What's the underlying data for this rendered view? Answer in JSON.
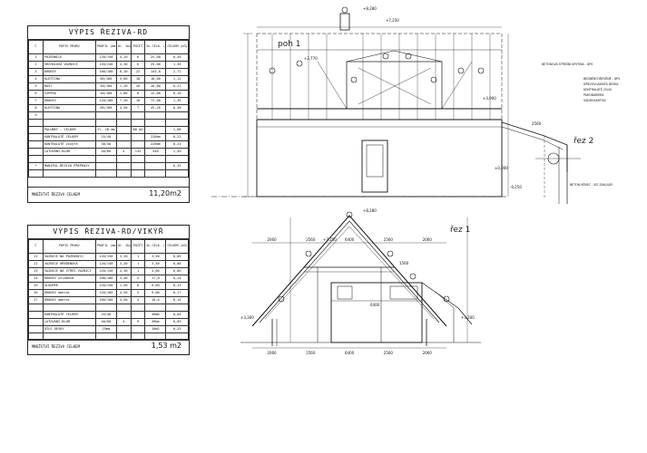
{
  "table1": {
    "title": "VÝPIS  ŘEZIVA-RD",
    "headers": [
      "Č",
      "POPIS PRVKU",
      "PROFIL (mm)",
      "dl. 1ks (m)",
      "POČET",
      "DL.CELK. (m)",
      "CELKEM (m3)"
    ],
    "rows": [
      [
        "1",
        "POZEDNICE",
        "120/150",
        "4,20",
        "6",
        "25,00",
        "0,46"
      ],
      [
        "2",
        "VRCHOLOVÁ VAZNICE",
        "120/240",
        "4,30",
        "6",
        "25,00",
        "1,36"
      ],
      [
        "3",
        "KROKEV",
        "100/180",
        "6,20",
        "22",
        "143,0",
        "2,72"
      ],
      [
        "4",
        "KLEŠTINA",
        "80/160",
        "5,60",
        "18",
        "18,00",
        "1,12"
      ],
      [
        "5",
        "ROŠT",
        "50/160",
        "1,20",
        "26",
        "26,00",
        "0,21"
      ],
      [
        "6",
        "VZPĚRA",
        "50/160",
        "1,60",
        "8",
        "12,80",
        "0,10"
      ],
      [
        "7",
        "KROKEV",
        "120/160",
        "7,20",
        "10",
        "72,00",
        "1,36"
      ],
      [
        "8",
        "KLEŠTINA",
        "80/160",
        "4,50",
        "7",
        "45,20",
        "0,58"
      ],
      [
        "9",
        "",
        "",
        "",
        "",
        "",
        ""
      ],
      [
        "",
        "",
        "",
        "",
        "",
        "",
        ""
      ],
      [
        "",
        "PALUBKY - CELKEM",
        "tl. 18 mm",
        "",
        "60 m2",
        "",
        "1,08"
      ],
      [
        "",
        "KONTRALATĚ CELKEM",
        "25/40",
        "",
        "",
        "220bm",
        "0,22"
      ],
      [
        "",
        "KONTRALATĚ vikýře",
        "30/40",
        "",
        "",
        "220bm",
        "0,24"
      ],
      [
        "",
        "LAŤOVÁNÍ-BLUM",
        "40/60",
        "4",
        "135",
        "540",
        "1,30"
      ],
      [
        "",
        "",
        "",
        "",
        "",
        "",
        ""
      ],
      [
        "*",
        "MANIPUL.ŘEZIVO PŘEPRAVY",
        "",
        "",
        "",
        "",
        "0,35"
      ],
      [
        "",
        "",
        "",
        "",
        "",
        "",
        ""
      ]
    ],
    "total_label": "MNOŽSTVÍ ŘEZIVA CELKEM",
    "total_value": "11,20m2"
  },
  "table2": {
    "title": "VÝPIS  ŘEZIVA-RD/VIKÝŘ",
    "headers": [
      "Č",
      "POPIS PRVKU",
      "PROFIL (mm)",
      "dl. 1ks (m)",
      "POČET",
      "DL.CELK. (m)",
      "CELKEM (m3)"
    ],
    "rows": [
      [
        "21",
        "VAZNICE NA POZEDNICI",
        "120/150",
        "3,20",
        "1",
        "3,50",
        "0,06"
      ],
      [
        "22",
        "VAZNICE HŘEBENOVÁ",
        "120/150",
        "3,20",
        "1",
        "3,50",
        "0,08"
      ],
      [
        "23",
        "VAZNICE NA STŘEŠ.VAZNICI",
        "120/150",
        "4,30",
        "1",
        "4,00",
        "0,06"
      ],
      [
        "24",
        "KROKEV úžlabová",
        "100/180",
        "3,40",
        "5",
        "17,0",
        "0,24"
      ],
      [
        "25",
        "SLOUPEK",
        "120/150",
        "1,50",
        "6",
        "9,00",
        "0,13"
      ],
      [
        "26",
        "KROKEV obecní",
        "120/160",
        "4,50",
        "2",
        "9,00",
        "0,17"
      ],
      [
        "27",
        "KROKEV obecní",
        "100/160",
        "4,50",
        "4",
        "18,0",
        "0,14"
      ],
      [
        "",
        "",
        "",
        "",
        "",
        "",
        ""
      ],
      [
        "",
        "KONTRALATĚ CELKEM",
        "25/40",
        "",
        "",
        "36bm",
        "0,04"
      ],
      [
        "",
        "LAŤOVÁNÍ-BLUM",
        "40/60",
        "4",
        "9",
        "36bm",
        "0,09"
      ],
      [
        "",
        "DÍLE DESKY",
        "25mm",
        "",
        "",
        "10m2",
        "0,25"
      ],
      [
        "",
        "",
        "",
        "",
        "",
        "",
        ""
      ]
    ],
    "total_label": "MNOŽSTVÍ ŘEZIVA CELKEM",
    "total_value": "1,53 m2"
  },
  "drawing": {
    "plan_label": "poh 1",
    "section2_label": "řez 2",
    "section1_label": "řez 1",
    "elev_top": "+8,280",
    "elev_ridge": "+7,250",
    "elev_eave": "+3,900",
    "elev_floor": "+2,770",
    "elev_base": "±0,000",
    "elev_low": "-0,250",
    "elev_section_top": "+8,280",
    "elev_section_ridge": "+7,250",
    "elev_left": "+3,300",
    "elev_right": "+3,300",
    "dims_bottom": [
      "2060",
      "2560",
      "6400",
      "2560",
      "2060"
    ],
    "dims_top": [
      "2060",
      "2560",
      "6400",
      "2560",
      "2060"
    ],
    "note_top": "BETONOVÁ STŘEŠNÍ KRYTINA - DPS",
    "note_right": [
      "BEDNĚNÍ DŘEVĚNÉ - DPS",
      "DŘEVOVLÁKNITÁ DESKA",
      "KONTRALATĚ 25/40",
      "PAROBARIÉRA",
      "SÁDROKARTON"
    ],
    "note_bottom": "BETON.VĚNEC - VIZ ZAKLADY",
    "dim_2560": "2560",
    "dim_6400": "6400",
    "dim_1560": "1560"
  }
}
